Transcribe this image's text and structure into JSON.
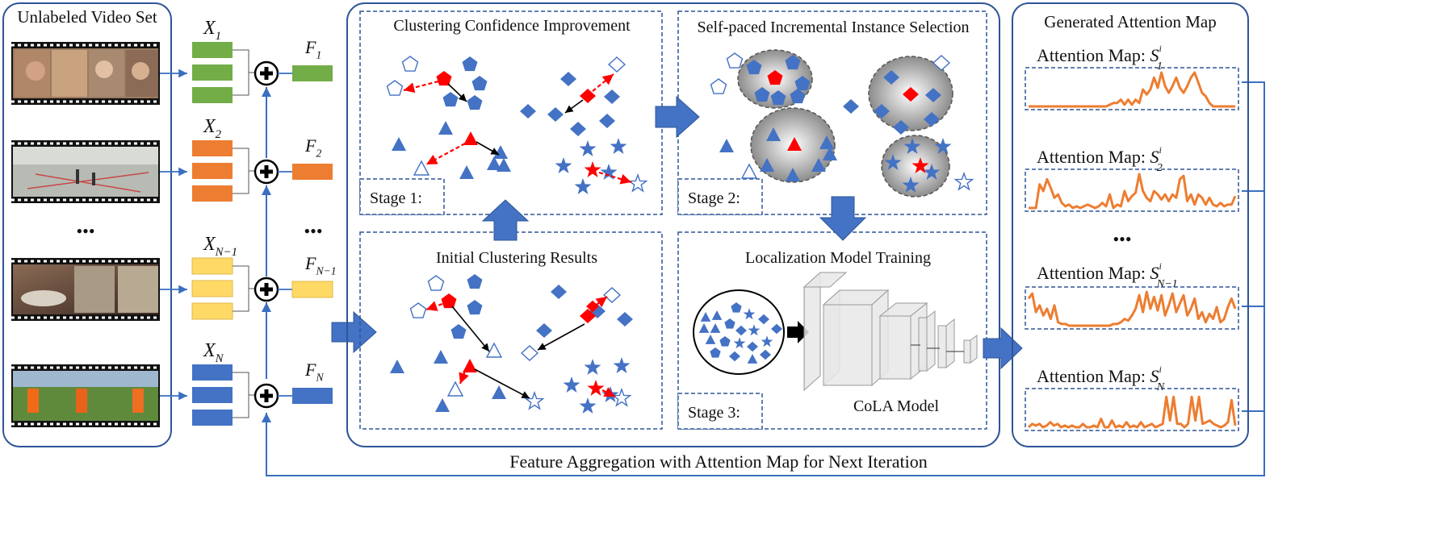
{
  "left_panel": {
    "title": "Unlabeled Video Set",
    "ellipsis": "•••"
  },
  "features": {
    "inputs": [
      {
        "base": "X",
        "sub": "1",
        "color": "#72AD47"
      },
      {
        "base": "X",
        "sub": "2",
        "color": "#ED7D31"
      },
      {
        "base": "X",
        "sub": "N−1",
        "color": "#FFD966"
      },
      {
        "base": "X",
        "sub": "N",
        "color": "#4472C4"
      }
    ],
    "outputs": [
      {
        "base": "F",
        "sub": "1"
      },
      {
        "base": "F",
        "sub": "2"
      },
      {
        "base": "F",
        "sub": "N−1"
      },
      {
        "base": "F",
        "sub": "N"
      }
    ],
    "ellipsis": "•••"
  },
  "stages": {
    "clustering_confidence": {
      "title": "Clustering Confidence Improvement",
      "stage": "Stage 1:"
    },
    "self_paced": {
      "title": "Self-paced Incremental Instance Selection",
      "stage": "Stage 2:"
    },
    "initial": {
      "title": "Initial Clustering Results"
    },
    "training": {
      "title": "Localization Model Training",
      "stage": "Stage 3:",
      "model": "CoLA Model"
    }
  },
  "right_panel": {
    "title": "Generated Attention Map",
    "maps": [
      {
        "label": "Attention Map:",
        "base": "S",
        "sup": "i",
        "sub": "1"
      },
      {
        "label": "Attention Map:",
        "base": "S",
        "sup": "i",
        "sub": "2"
      },
      {
        "label": "Attention Map:",
        "base": "S",
        "sup": "i",
        "sub": "N−1"
      },
      {
        "label": "Attention Map:",
        "base": "S",
        "sup": "i",
        "sub": "N"
      }
    ],
    "ellipsis": "•••"
  },
  "bottom_caption": "Feature Aggregation with Attention Map for Next Iteration",
  "colors": {
    "blue": "#4472C4",
    "red": "#FF0000",
    "orange": "#ED7D31",
    "frame": "#2E5597"
  }
}
